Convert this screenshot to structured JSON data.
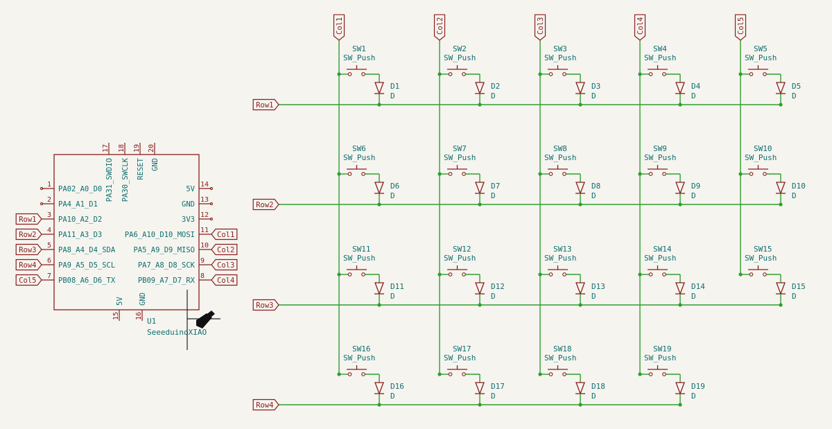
{
  "mcu": {
    "ref": "U1",
    "value": "SeeeduinoXIAO",
    "left_pins": [
      {
        "num": "1",
        "name": "PA02_A0_D0",
        "label": ""
      },
      {
        "num": "2",
        "name": "PA4_A1_D1",
        "label": ""
      },
      {
        "num": "3",
        "name": "PA10_A2_D2",
        "label": "Row1"
      },
      {
        "num": "4",
        "name": "PA11_A3_D3",
        "label": "Row2"
      },
      {
        "num": "5",
        "name": "PA8_A4_D4_SDA",
        "label": "Row3"
      },
      {
        "num": "6",
        "name": "PA9_A5_D5_SCL",
        "label": "Row4"
      },
      {
        "num": "7",
        "name": "PB08_A6_D6_TX",
        "label": "Col5"
      }
    ],
    "right_pins": [
      {
        "num": "14",
        "name": "5V",
        "label": ""
      },
      {
        "num": "13",
        "name": "GND",
        "label": ""
      },
      {
        "num": "12",
        "name": "3V3",
        "label": ""
      },
      {
        "num": "11",
        "name": "PA6_A10_D10_MOSI",
        "label": "Col1"
      },
      {
        "num": "10",
        "name": "PA5_A9_D9_MISO",
        "label": "Col2"
      },
      {
        "num": "9",
        "name": "PA7_A8_D8_SCK",
        "label": "Col3"
      },
      {
        "num": "8",
        "name": "PB09_A7_D7_RX",
        "label": "Col4"
      }
    ],
    "top_pins": [
      {
        "num": "17",
        "name": "PA31_SWDIO"
      },
      {
        "num": "18",
        "name": "PA30_SWCLK"
      },
      {
        "num": "19",
        "name": "RESET"
      },
      {
        "num": "20",
        "name": "GND"
      }
    ],
    "bottom_pins": [
      {
        "num": "15",
        "name": "5V"
      },
      {
        "num": "16",
        "name": "GND"
      }
    ]
  },
  "matrix": {
    "columns": [
      "Col1",
      "Col2",
      "Col3",
      "Col4",
      "Col5"
    ],
    "rows": [
      "Row1",
      "Row2",
      "Row3",
      "Row4"
    ],
    "switch_value": "SW_Push",
    "diode_value": "D",
    "cells": [
      [
        {
          "sw": "SW1",
          "d": "D1"
        },
        {
          "sw": "SW2",
          "d": "D2"
        },
        {
          "sw": "SW3",
          "d": "D3"
        },
        {
          "sw": "SW4",
          "d": "D4"
        },
        {
          "sw": "SW5",
          "d": "D5"
        }
      ],
      [
        {
          "sw": "SW6",
          "d": "D6"
        },
        {
          "sw": "SW7",
          "d": "D7"
        },
        {
          "sw": "SW8",
          "d": "D8"
        },
        {
          "sw": "SW9",
          "d": "D9"
        },
        {
          "sw": "SW10",
          "d": "D10"
        }
      ],
      [
        {
          "sw": "SW11",
          "d": "D11"
        },
        {
          "sw": "SW12",
          "d": "D12"
        },
        {
          "sw": "SW13",
          "d": "D13"
        },
        {
          "sw": "SW14",
          "d": "D14"
        },
        {
          "sw": "SW15",
          "d": "D15"
        }
      ],
      [
        {
          "sw": "SW16",
          "d": "D16"
        },
        {
          "sw": "SW17",
          "d": "D17"
        },
        {
          "sw": "SW18",
          "d": "D18"
        },
        {
          "sw": "SW19",
          "d": "D19"
        },
        null
      ]
    ]
  },
  "colors": {
    "wire": "#2e9e2e",
    "symbol": "#8b1c1c",
    "pin_text": "#0f6f6f",
    "background": "#f5f4ef"
  }
}
